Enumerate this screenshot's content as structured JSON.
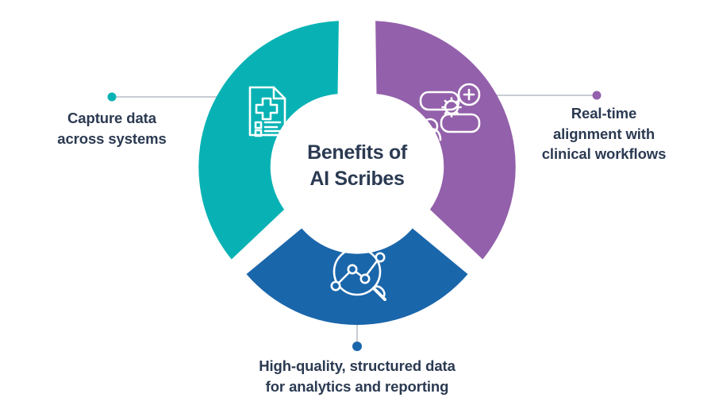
{
  "title": "Benefits of AI Scribes",
  "center": {
    "text": "Benefits of\nAI Scribes"
  },
  "colors": {
    "teal": "#08b2b4",
    "purple": "#9360ab",
    "blue": "#1a66ab",
    "text": "#2b3a52",
    "connector_line": "#c8ccd2",
    "icon": "#ffffff",
    "background": "#ffffff"
  },
  "chart_data": {
    "type": "pie",
    "title": "Benefits of AI Scribes",
    "subtype": "donut-segments",
    "center_label": "Benefits of AI Scribes",
    "categories": [
      "Capture data across systems",
      "Real-time alignment with clinical workflows",
      "High-quality, structured data for analytics and reporting"
    ],
    "values": [
      1,
      1,
      1
    ],
    "colors": [
      "#08b2b4",
      "#9360ab",
      "#1a66ab"
    ],
    "legend": "none",
    "grid": false
  },
  "segments": [
    {
      "id": "capture-data",
      "color": "#08b2b4",
      "icon": "medical-record-icon",
      "label": "Capture data\nacross systems",
      "dot_color": "#08b2b4"
    },
    {
      "id": "real-time-alignment",
      "color": "#9360ab",
      "icon": "workflow-settings-icon",
      "label": "Real-time\nalignment with\nclinical workflows",
      "dot_color": "#9360ab"
    },
    {
      "id": "structured-data",
      "color": "#1a66ab",
      "icon": "data-analytics-search-icon",
      "label": "High-quality, structured data\nfor analytics and reporting",
      "dot_color": "#1a66ab"
    }
  ]
}
